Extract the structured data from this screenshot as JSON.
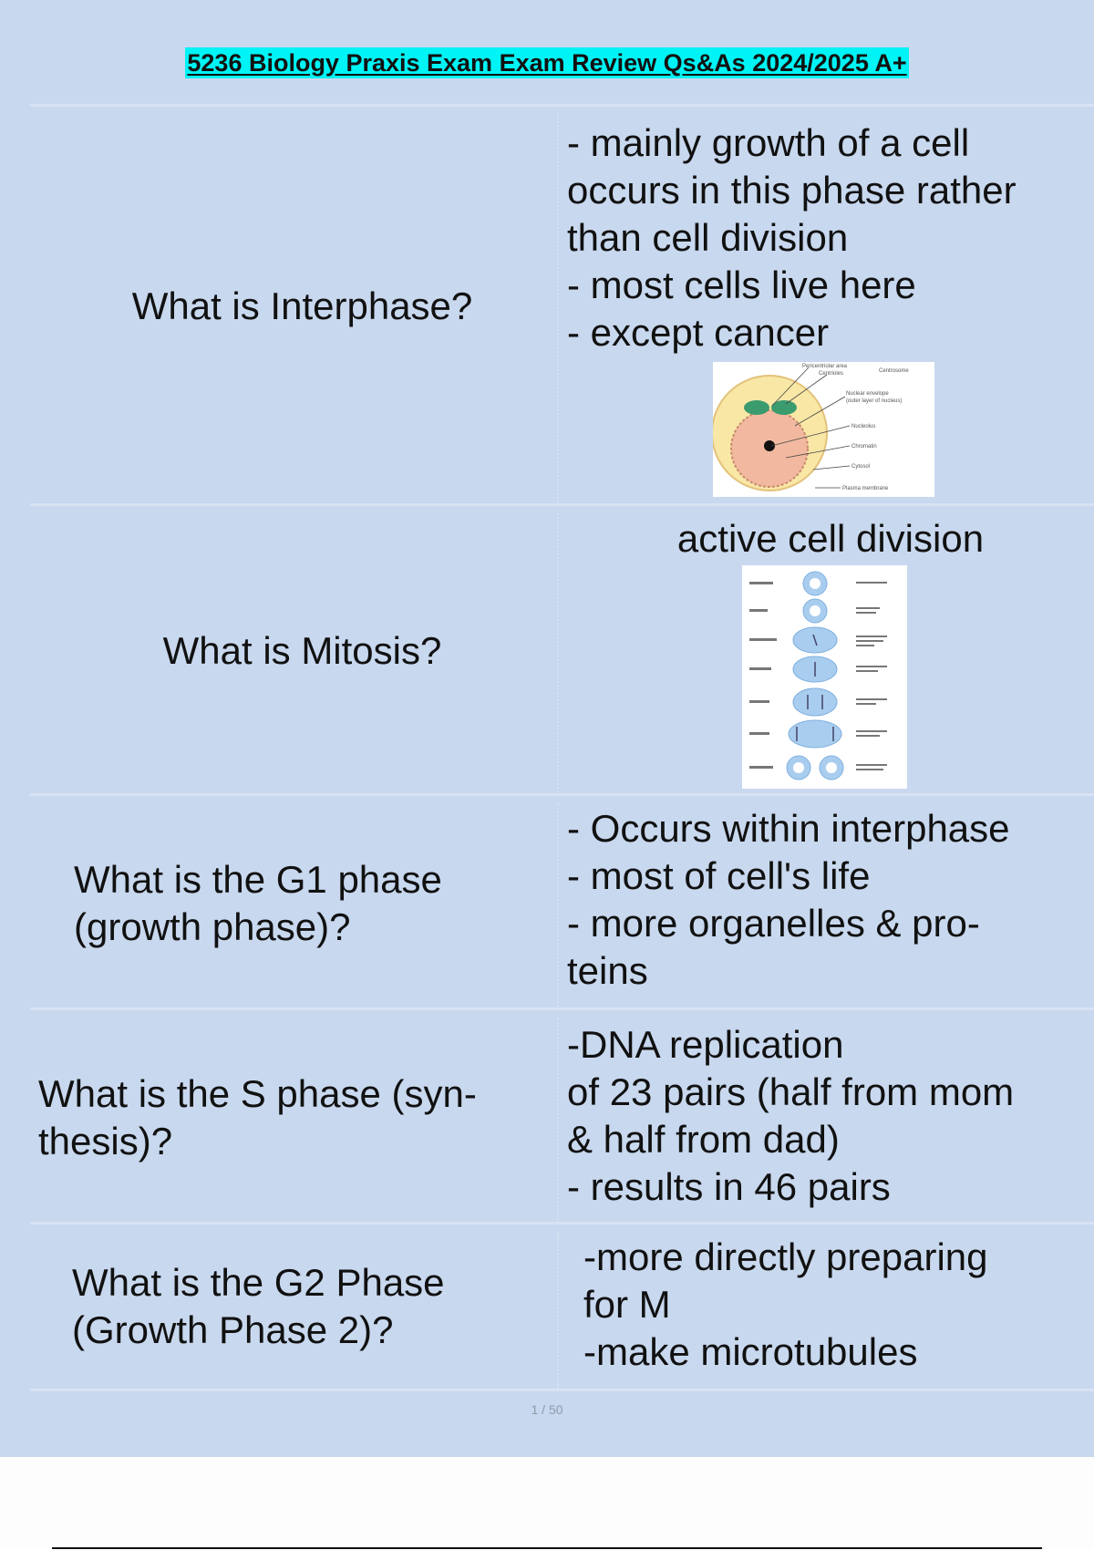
{
  "document": {
    "title": "5236 Biology Praxis Exam Exam Review Qs&As 2024/2025 A+",
    "page_indicator": "1 / 50",
    "accent_highlight": "#00f3f5",
    "panel_color": "#c8d8ee"
  },
  "cards": [
    {
      "question": "What is Interphase?",
      "answer_lines": [
        "- mainly growth of a cell",
        "occurs in this phase rather",
        "than cell division",
        "- most cells live here",
        "- except cancer"
      ],
      "image": "interphase-cell-diagram",
      "image_labels": [
        "Pericentriolar area",
        "Centrioles",
        "Centrosome",
        "Nuclear envelope",
        "(outer layer of nucleus)",
        "Nucleolus",
        "Chromatin",
        "Cytosol",
        "Plasma membrane"
      ]
    },
    {
      "question": "What is Mitosis?",
      "answer_lines": [
        "active cell division"
      ],
      "image": "mitosis-stages-diagram"
    },
    {
      "question_lines": [
        "What is the G1 phase",
        "(growth phase)?"
      ],
      "answer_lines": [
        "- Occurs within interphase",
        "- most of cell's life",
        "- more organelles & pro-",
        "teins"
      ]
    },
    {
      "question_lines": [
        "What is the S phase (syn-",
        "thesis)?"
      ],
      "answer_lines": [
        "-DNA replication",
        "of 23 pairs (half from mom",
        "& half from dad)",
        "- results in 46 pairs"
      ]
    },
    {
      "question_lines": [
        "What is the G2 Phase",
        "(Growth Phase 2)?"
      ],
      "answer_lines": [
        "-more directly preparing",
        "for M",
        "-make microtubules"
      ]
    }
  ]
}
